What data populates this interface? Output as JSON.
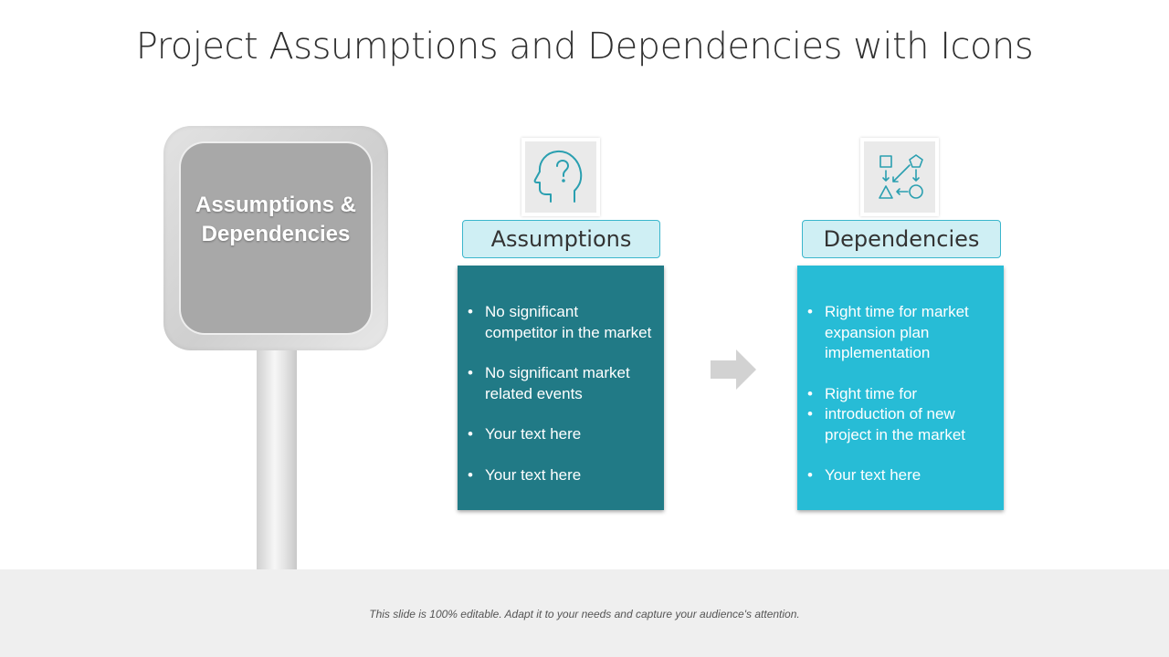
{
  "title": "Project Assumptions and Dependencies with Icons",
  "sign": {
    "label": "Assumptions & Dependencies"
  },
  "assumptions": {
    "icon": "head-question-icon",
    "heading": "Assumptions",
    "items": [
      "No significant competitor in the market",
      "No significant market related events",
      "Your text here",
      "Your text here"
    ]
  },
  "dependencies": {
    "icon": "shapes-flow-icon",
    "heading": "Dependencies",
    "items": [
      "Right time for market expansion plan implementation",
      "Right time for",
      "introduction of new project in the market",
      "Your text here"
    ]
  },
  "arrow": {
    "icon": "right-arrow-icon"
  },
  "colors": {
    "assumptions_card": "#217a86",
    "dependencies_card": "#27bcd6",
    "header_fill": "#cfeff4",
    "header_border": "#3bb6cc",
    "sign_inner": "#a8a8a8",
    "icon_stroke": "#2a9fb0"
  },
  "footer": {
    "text": "This slide is 100% editable. Adapt it to your needs and capture your audience's attention."
  }
}
